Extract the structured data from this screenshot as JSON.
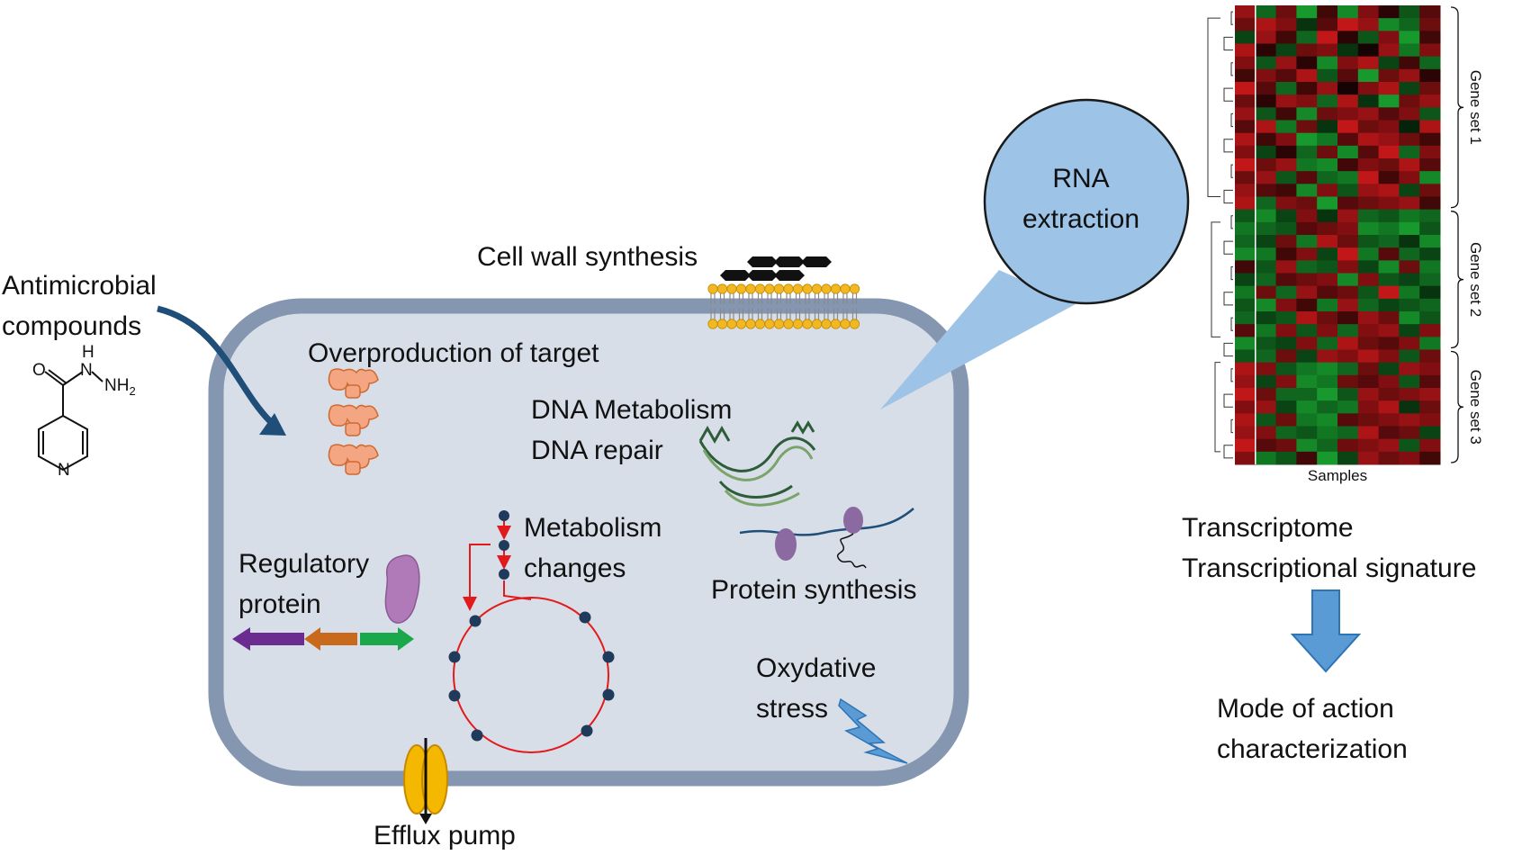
{
  "labels": {
    "antimicrobial_line1": "Antimicrobial",
    "antimicrobial_line2": "compounds",
    "cell_wall": "Cell wall synthesis",
    "overproduction": "Overproduction of target",
    "dna_line1": "DNA Metabolism",
    "dna_line2": "DNA repair",
    "metabolism_line1": "Metabolism",
    "metabolism_line2": "changes",
    "regulatory_line1": "Regulatory",
    "regulatory_line2": "protein",
    "protein_synthesis": "Protein synthesis",
    "oxidative_line1": "Oxydative",
    "oxidative_line2": "stress",
    "efflux": "Efflux pump",
    "rna_line1": "RNA",
    "rna_line2": "extraction",
    "transcriptome_line1": "Transcriptome",
    "transcriptome_line2": "Transcriptional signature",
    "mode_line1": "Mode of action",
    "mode_line2": "characterization"
  },
  "molecule": {
    "atom_o": "O",
    "atom_h": "H",
    "atom_n": "N",
    "atom_nh2": "NH",
    "atom_nh2_sub": "2",
    "ring_n": "N"
  },
  "heatmap": {
    "xlabel": "Samples",
    "gene_sets": [
      "Gene set 1",
      "Gene set 2",
      "Gene set 3"
    ],
    "rows": 36,
    "cols": 10,
    "values": [
      [
        0.7,
        -0.6,
        0.5,
        -0.9,
        0.3,
        -0.8,
        0.6,
        0.2,
        -0.5,
        0.4
      ],
      [
        0.5,
        0.8,
        0.6,
        -0.3,
        0.4,
        0.9,
        0.7,
        -0.8,
        -0.6,
        0.5
      ],
      [
        -0.4,
        0.7,
        0.3,
        -0.6,
        0.9,
        0.2,
        -0.5,
        0.6,
        -0.9,
        0.3
      ],
      [
        0.8,
        0.2,
        -0.4,
        0.5,
        0.6,
        -0.3,
        0.1,
        0.7,
        -0.7,
        0.6
      ],
      [
        0.6,
        -0.5,
        0.7,
        0.2,
        -0.8,
        0.6,
        0.8,
        -0.4,
        0.3,
        -0.6
      ],
      [
        0.3,
        0.6,
        0.4,
        0.8,
        -0.5,
        0.4,
        -0.9,
        0.5,
        0.7,
        0.2
      ],
      [
        0.9,
        0.4,
        -0.6,
        0.3,
        0.7,
        0.1,
        0.6,
        0.8,
        -0.4,
        0.5
      ],
      [
        0.5,
        0.2,
        0.7,
        0.6,
        -0.6,
        0.8,
        -0.3,
        -0.9,
        0.5,
        0.7
      ],
      [
        0.7,
        -0.5,
        0.3,
        -0.8,
        0.5,
        0.6,
        0.7,
        0.4,
        0.6,
        -0.5
      ],
      [
        0.4,
        0.8,
        -0.7,
        0.5,
        -0.3,
        0.9,
        0.5,
        0.6,
        -0.2,
        0.8
      ],
      [
        0.8,
        0.3,
        0.6,
        -0.9,
        -0.7,
        0.4,
        0.8,
        0.7,
        0.5,
        0.3
      ],
      [
        0.6,
        -0.4,
        0.2,
        -0.6,
        0.5,
        -0.8,
        0.4,
        0.9,
        -0.6,
        0.6
      ],
      [
        0.9,
        0.5,
        0.7,
        -0.7,
        -0.8,
        0.3,
        0.6,
        0.5,
        0.8,
        0.4
      ],
      [
        0.5,
        0.7,
        -0.5,
        0.4,
        -0.6,
        -0.7,
        0.9,
        0.3,
        0.6,
        -0.8
      ],
      [
        0.7,
        0.4,
        0.3,
        -0.8,
        0.6,
        -0.5,
        0.7,
        0.8,
        -0.4,
        0.5
      ],
      [
        0.8,
        -0.6,
        0.6,
        0.5,
        -0.9,
        0.4,
        0.5,
        0.6,
        0.7,
        0.3
      ],
      [
        -0.5,
        -0.8,
        -0.4,
        0.6,
        -0.3,
        0.7,
        -0.6,
        -0.5,
        -0.7,
        -0.6
      ],
      [
        -0.7,
        -0.6,
        -0.5,
        0.4,
        0.5,
        0.6,
        -0.8,
        -0.7,
        -0.9,
        -0.5
      ],
      [
        -0.6,
        -0.4,
        0.5,
        -0.7,
        0.8,
        0.5,
        -0.5,
        -0.6,
        -0.3,
        -0.8
      ],
      [
        -0.8,
        -0.7,
        0.3,
        0.6,
        -0.4,
        0.9,
        -0.7,
        0.4,
        -0.6,
        -0.4
      ],
      [
        0.3,
        -0.5,
        0.7,
        -0.6,
        -0.5,
        0.6,
        -0.4,
        -0.8,
        0.5,
        -0.7
      ],
      [
        -0.4,
        -0.6,
        0.4,
        0.5,
        0.6,
        -0.8,
        0.6,
        -0.5,
        -0.4,
        -0.6
      ],
      [
        -0.7,
        0.5,
        -0.6,
        0.7,
        0.4,
        0.5,
        -0.5,
        0.9,
        -0.7,
        -0.3
      ],
      [
        -0.5,
        -0.8,
        0.6,
        0.3,
        -0.7,
        0.7,
        -0.6,
        -0.4,
        -0.5,
        -0.6
      ],
      [
        -0.6,
        -0.4,
        -0.5,
        0.8,
        0.5,
        0.3,
        0.7,
        0.5,
        -0.8,
        -0.5
      ],
      [
        0.4,
        -0.7,
        0.6,
        -0.5,
        0.6,
        -0.6,
        0.6,
        0.7,
        -0.4,
        0.6
      ],
      [
        -0.8,
        -0.5,
        -0.4,
        0.6,
        -0.6,
        0.8,
        0.5,
        0.4,
        0.6,
        -0.7
      ],
      [
        -0.5,
        -0.6,
        0.5,
        -0.4,
        0.7,
        0.6,
        0.8,
        0.6,
        -0.5,
        0.5
      ],
      [
        0.8,
        0.6,
        -0.5,
        -0.7,
        -0.8,
        -0.6,
        0.5,
        -0.4,
        0.7,
        0.6
      ],
      [
        0.7,
        -0.4,
        0.6,
        -0.8,
        -0.7,
        0.5,
        0.4,
        0.6,
        -0.5,
        0.4
      ],
      [
        0.9,
        0.5,
        -0.6,
        -0.6,
        -0.9,
        -0.5,
        0.7,
        0.5,
        0.6,
        0.7
      ],
      [
        0.6,
        0.7,
        -0.4,
        -0.8,
        -0.6,
        -0.7,
        0.6,
        0.8,
        -0.3,
        0.5
      ],
      [
        0.8,
        -0.5,
        0.5,
        -0.7,
        -0.8,
        0.4,
        0.5,
        0.6,
        0.7,
        0.6
      ],
      [
        0.7,
        0.6,
        -0.6,
        -0.5,
        -0.7,
        -0.6,
        0.8,
        0.4,
        0.5,
        -0.4
      ],
      [
        0.9,
        0.4,
        0.5,
        -0.8,
        -0.6,
        0.5,
        0.6,
        0.7,
        -0.5,
        0.6
      ],
      [
        0.6,
        -0.7,
        -0.5,
        0.3,
        -0.9,
        -0.4,
        0.7,
        0.5,
        0.6,
        0.3
      ]
    ],
    "set_row_ranges": [
      [
        0,
        15
      ],
      [
        16,
        26
      ],
      [
        27,
        35
      ]
    ]
  },
  "colors": {
    "cell_fill": "#d8dee8",
    "cell_border": "#8496b0",
    "curve_arrow": "#1f4e79",
    "bubble": "#9dc3e6",
    "bubble_border": "#1a1a1a",
    "callout": "#9dc3e6",
    "target_shape": "#f4a582",
    "target_border": "#d06a30",
    "metabolism_red": "#e31a1c",
    "metabolism_dot": "#1f3a5a",
    "gene_purple": "#6a2c91",
    "gene_orange": "#c8691c",
    "gene_green": "#1aa84a",
    "protein_purple": "#b07ab8",
    "lightning": "#5b9bd5",
    "down_arrow": "#5b9bd5",
    "lipid_head": "#f2b822",
    "efflux_yellow": "#f5b800",
    "heat_red": "#d7191c",
    "heat_green": "#1a9641",
    "heat_black": "#000000"
  }
}
